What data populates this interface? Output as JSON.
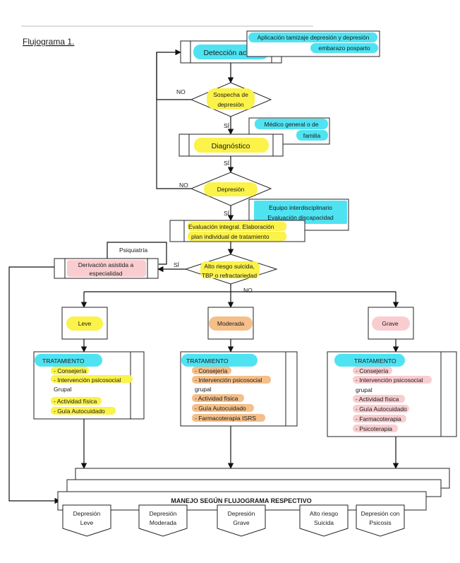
{
  "title": "Flujograma 1.",
  "colors": {
    "cyan": "#4fe3f2",
    "yellow": "#fbf24a",
    "orange": "#f5bf8a",
    "pink": "#f9cdd0"
  },
  "nodes": {
    "deteccion": "Detección activa",
    "tamizaje": [
      "Aplicación tamizaje depresión y depresión",
      "embarazo posparto"
    ],
    "sospecha": [
      "Sospecha de",
      "depresión"
    ],
    "medico": [
      "Médico general o de",
      "familia"
    ],
    "diagnostico": "Diagnóstico",
    "depresion": "Depresión",
    "equipo": [
      "Equipo interdisciplinario",
      "Evaluación discapacidad"
    ],
    "evaluacion": [
      "Evaluación integral. Elaboración",
      "plan individual de tratamiento"
    ],
    "psiquiatria": "Psiquiatría",
    "derivacion": [
      "Derivación asistida a",
      "especialidad"
    ],
    "riesgo": [
      "Alto riesgo suicida,",
      "TBP o refractariedad"
    ],
    "leve": "Leve",
    "moderada": "Moderada",
    "grave": "Grave"
  },
  "edge_labels": {
    "no1": "NO",
    "si1": "SÍ",
    "si2": "SÍ",
    "no2": "NO",
    "si3": "SÍ",
    "si4": "SÍ",
    "no3": "NO"
  },
  "treatments": {
    "leve": {
      "header": "TRATAMIENTO",
      "lines": [
        "- Consejería",
        "- Intervención psicosocial",
        "Grupal",
        "- Actividad física",
        "- Guía Autocuidado"
      ]
    },
    "moderada": {
      "header": "TRATAMIENTO",
      "lines": [
        "- Consejería",
        "- Intervención psicosocial",
        "grupal",
        "- Actividad física",
        "- Guía Autocuidado",
        "- Farmacoterapia ISRS"
      ]
    },
    "grave": {
      "header": "TRATAMIENTO",
      "lines": [
        "- Consejería",
        "- Intervención psicosocial",
        "grupal",
        "- Actividad física",
        "- Guía Autocuidado",
        "- Farmacoterapia",
        "- Psicoterapia"
      ]
    }
  },
  "manejo": {
    "header": "MANEJO SEGÚN FLUJOGRAMA RESPECTIVO",
    "items": [
      [
        "Depresión",
        "Leve"
      ],
      [
        "Depresión",
        "Moderada"
      ],
      [
        "Depresión",
        "Grave"
      ],
      [
        "Alto riesgo",
        "Suicida"
      ],
      [
        "Depresión con",
        "Psicosis"
      ]
    ]
  }
}
